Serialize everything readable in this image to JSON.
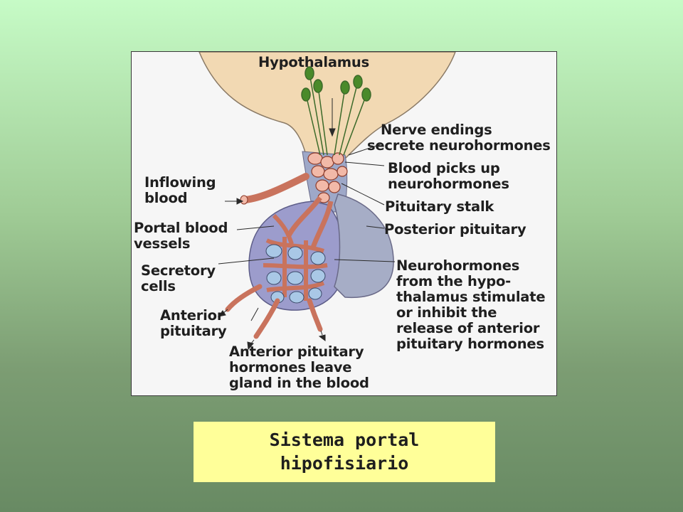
{
  "diagram": {
    "labels": {
      "hypothalamus": "Hypothalamus",
      "nerve_endings": [
        "Nerve endings",
        "secrete neurohormones"
      ],
      "blood_picks_up": [
        "Blood picks up",
        "neurohormones"
      ],
      "pituitary_stalk": "Pituitary stalk",
      "posterior_pituitary": "Posterior pituitary",
      "inflowing_blood": [
        "Inflowing",
        "blood"
      ],
      "portal_vessels": [
        "Portal blood",
        "vessels"
      ],
      "secretory_cells": [
        "Secretory",
        "cells"
      ],
      "anterior_pituitary": [
        "Anterior",
        "pituitary"
      ],
      "neurohormones_effect": [
        "Neurohormones",
        "from the hypo-",
        "thalamus stimulate",
        "or inhibit the",
        "release of anterior",
        "pituitary hormones"
      ],
      "hormones_leave": [
        "Anterior pituitary",
        "hormones leave",
        "gland in the blood"
      ]
    }
  },
  "caption": {
    "line1": "Sistema portal",
    "line2": "hipofisiario"
  }
}
